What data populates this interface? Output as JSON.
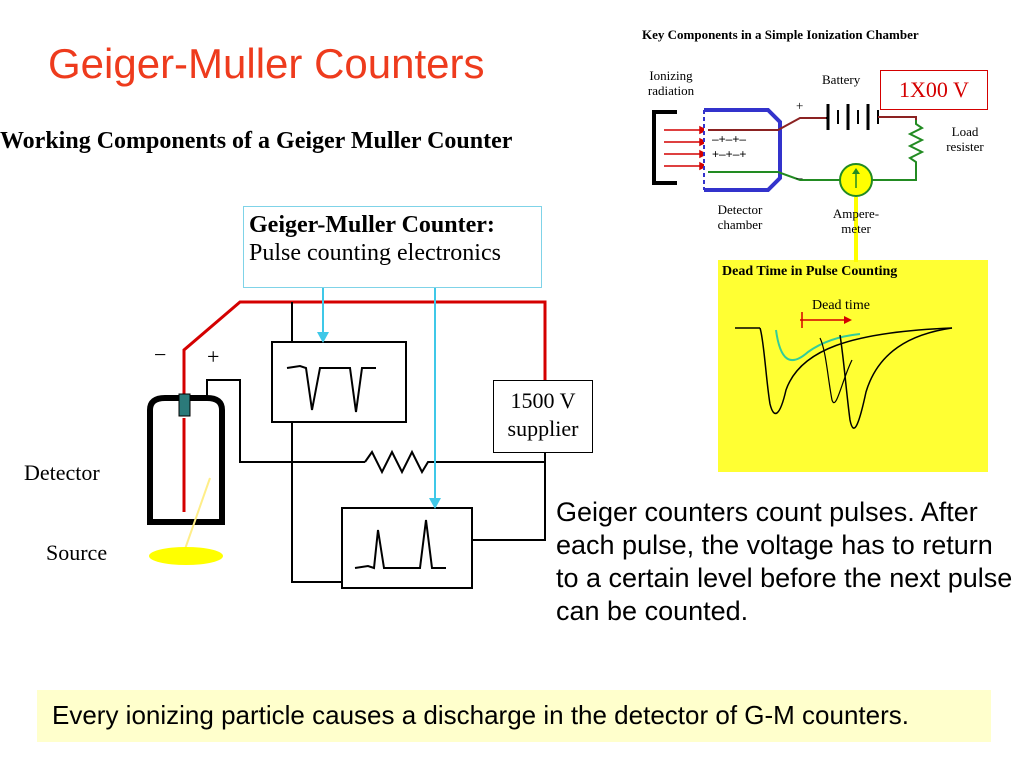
{
  "slide": {
    "title": "Geiger-Muller Counters",
    "subtitle": "Working Components of a Geiger Muller Counter"
  },
  "main_diagram": {
    "gm_box_line1": "Geiger-Muller Counter:",
    "gm_box_line2": "Pulse counting electronics",
    "minus_sign": "−",
    "plus_sign": "+",
    "supply_line1": "1500 V",
    "supply_line2": "supplier",
    "detector_label": "Detector",
    "source_label": "Source",
    "wire_red": "#d40000",
    "lead_cyan": "#3fc8e8"
  },
  "key_diagram": {
    "title": "Key Components in a Simple Ionization Chamber",
    "ionizing_line1": "Ionizing",
    "ionizing_line2": "radiation",
    "battery": "Battery",
    "voltage": "1X00 V",
    "plus": "+",
    "minus": "–",
    "charges_line1": "–+–+–",
    "charges_line2": "+–+–+",
    "load_line1": "Load",
    "load_line2": "resister",
    "detector_line1": "Detector",
    "detector_line2": "chamber",
    "meter_line1": "Ampere-",
    "meter_line2": "meter",
    "chamber_color": "#3333cc",
    "meter_color": "#ffff00"
  },
  "dead_time_panel": {
    "title": "Dead Time in Pulse Counting",
    "dead_time_label": "Dead time",
    "panel_color": "#ffff33"
  },
  "body_text": "Geiger counters count pulses. After each pulse, the voltage has to return to a certain level before the next pulse can be counted.",
  "banner_text": "Every ionizing particle causes a discharge in the detector of G-M counters."
}
